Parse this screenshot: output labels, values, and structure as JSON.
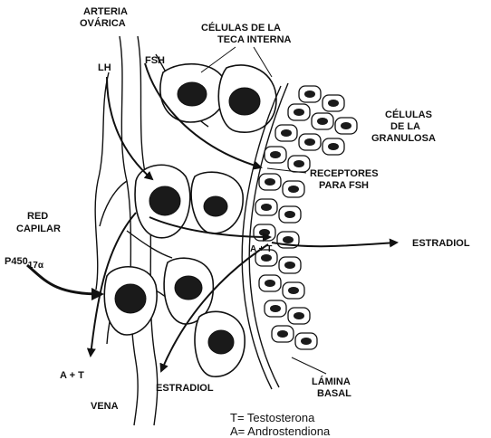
{
  "labels": {
    "arteria_line1": "ARTERIA",
    "arteria_line2": "OVÁRICA",
    "lh": "LH",
    "fsh": "FSH",
    "teca_line1": "CÉLULAS DE LA",
    "teca_line2": "TECA INTERNA",
    "granulosa_line1": "CÉLULAS",
    "granulosa_line2": "DE LA",
    "granulosa_line3": "GRANULOSA",
    "receptores_line1": "RECEPTORES",
    "receptores_line2": "PARA FSH",
    "red_line1": "RED",
    "red_line2": "CAPILAR",
    "p450_main": "P450",
    "p450_sub": "17α",
    "a_t_inner": "A + T",
    "estradiol_right": "ESTRADIOL",
    "a_t_bottom": "A + T",
    "estradiol_bottom": "ESTRADIOL",
    "vena": "VENA",
    "lamina_line1": "LÁMINA",
    "lamina_line2": "BASAL"
  },
  "legend": {
    "t": "T= Testosterona",
    "a": "A= Androstendiona"
  }
}
